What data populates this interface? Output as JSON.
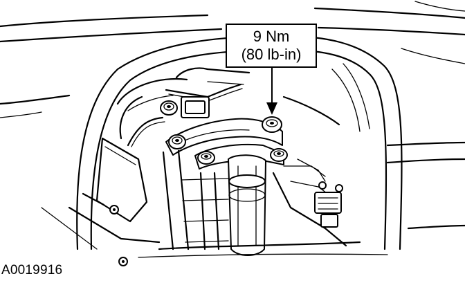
{
  "callout": {
    "torque_nm": "9 Nm",
    "torque_lbin": "(80 lb-in)"
  },
  "figure_id": "A0019916"
}
